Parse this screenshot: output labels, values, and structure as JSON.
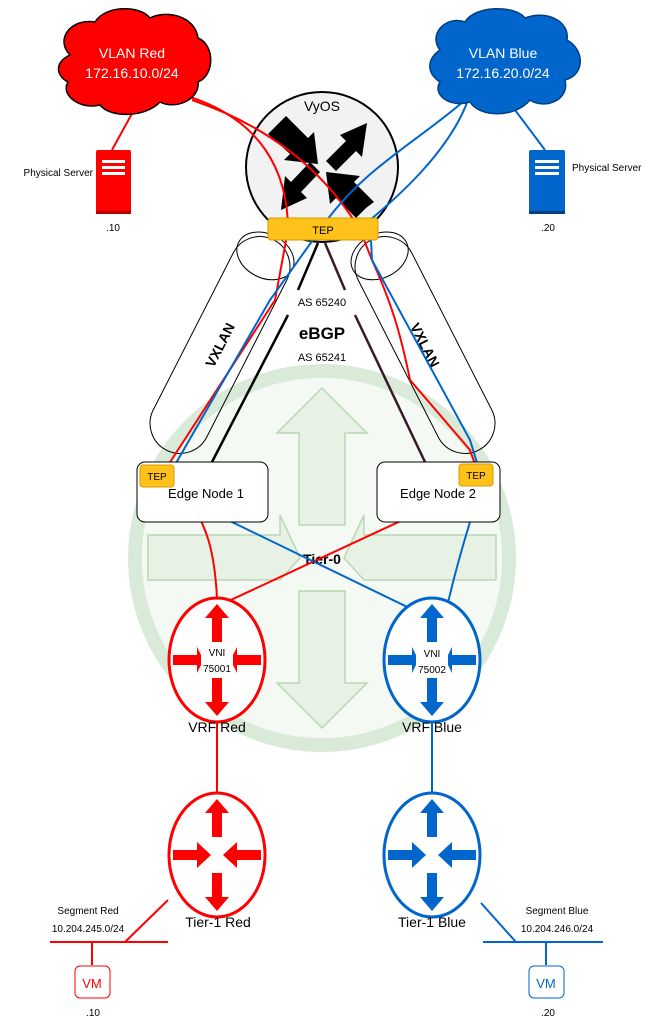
{
  "clouds": {
    "red": {
      "title": "VLAN Red",
      "subnet": "172.16.10.0/24"
    },
    "blue": {
      "title": "VLAN Blue",
      "subnet": "172.16.20.0/24"
    }
  },
  "servers": {
    "red": {
      "label": "Physical Server",
      "ip": ".10"
    },
    "blue": {
      "label": "Physical Server",
      "ip": ".20"
    }
  },
  "vyos": {
    "label": "VyOS",
    "tep": "TEP"
  },
  "bgp": {
    "as_top": "AS 65240",
    "protocol": "eBGP",
    "as_bottom": "AS 65241"
  },
  "tunnels": {
    "left": "VXLAN",
    "right": "VXLAN"
  },
  "edge_nodes": [
    {
      "label": "Edge Node 1",
      "tep": "TEP"
    },
    {
      "label": "Edge Node 2",
      "tep": "TEP"
    }
  ],
  "tier0": {
    "label": "Tier-0"
  },
  "vrfs": [
    {
      "label": "VRF Red",
      "vni_label": "VNI",
      "vni": "75001"
    },
    {
      "label": "VRF Blue",
      "vni_label": "VNI",
      "vni": "75002"
    }
  ],
  "tier1": [
    {
      "label": "Tier-1 Red"
    },
    {
      "label": "Tier-1 Blue"
    }
  ],
  "segments": [
    {
      "name": "Segment Red",
      "subnet": "10.204.245.0/24",
      "vm": "VM",
      "vm_ip": ".10"
    },
    {
      "name": "Segment Blue",
      "subnet": "10.204.246.0/24",
      "vm": "VM",
      "vm_ip": ".20"
    }
  ],
  "colors": {
    "red": "#ff0000",
    "blue": "#0066cc",
    "tep": "#ffc21a",
    "tier0": "#d5e8d4"
  }
}
